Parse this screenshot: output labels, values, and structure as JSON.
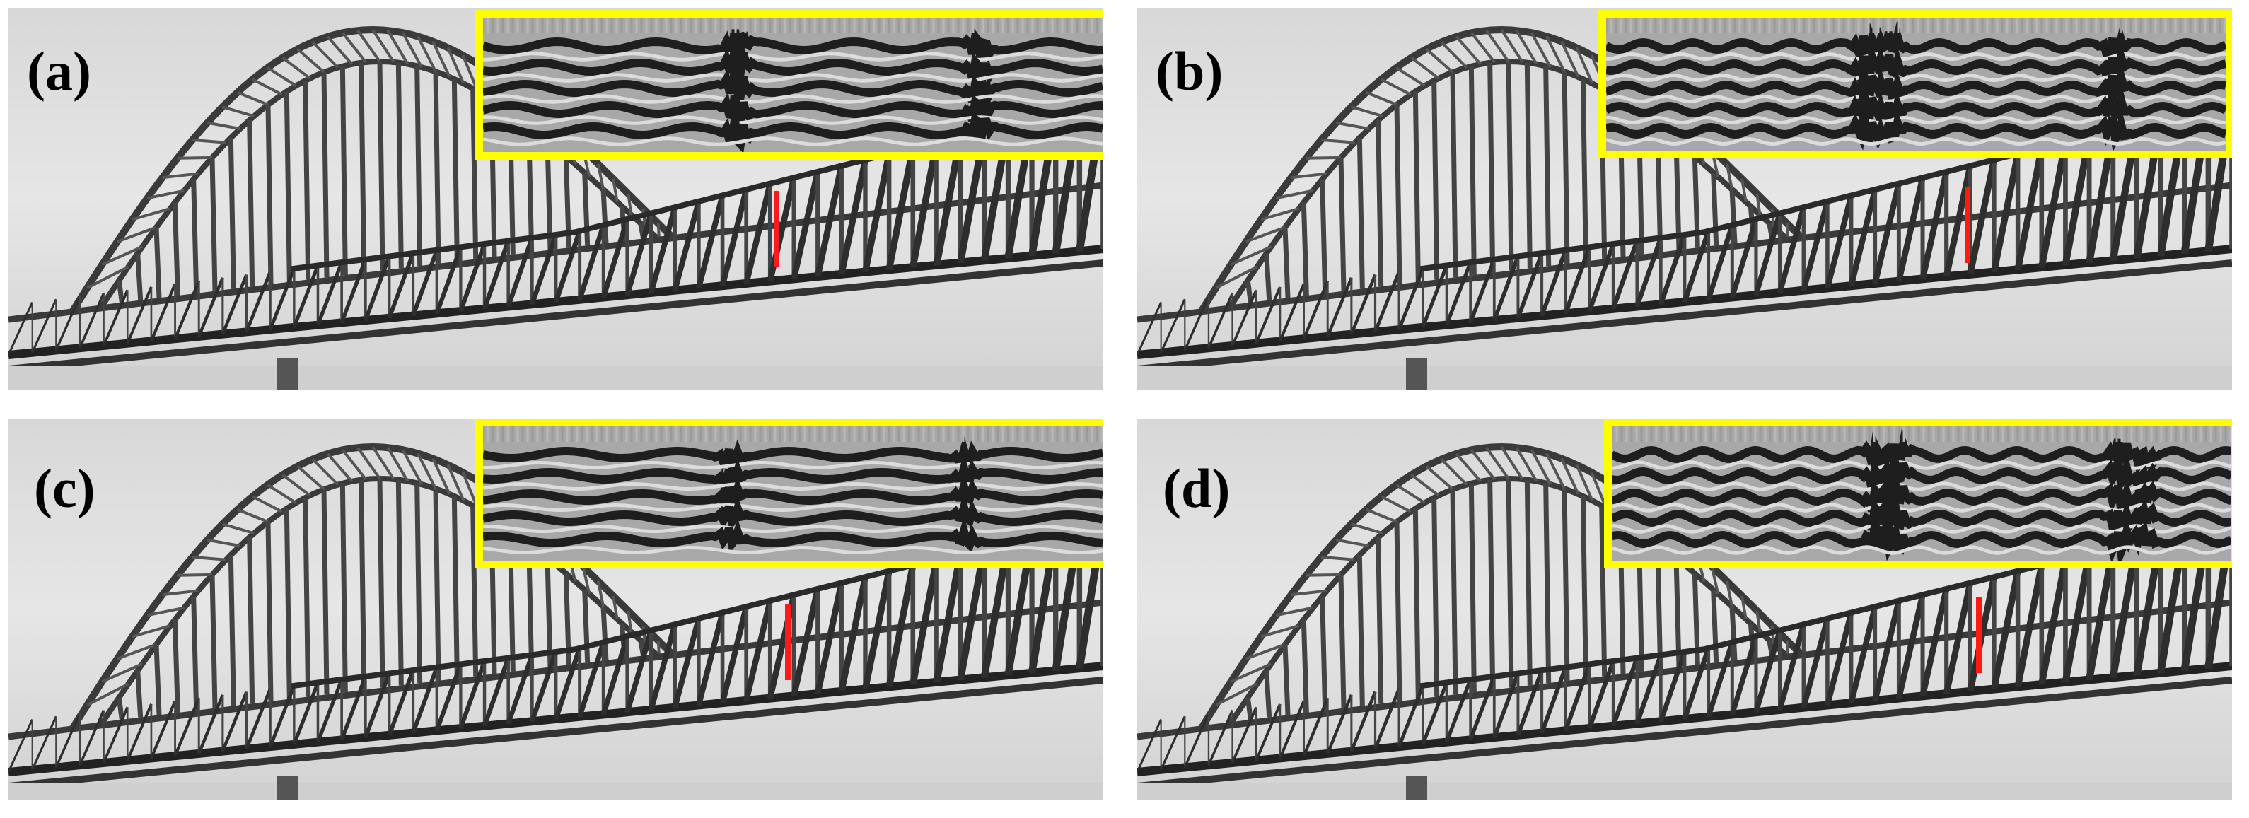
{
  "figure": {
    "panels": [
      {
        "id": "a",
        "label": "(a)",
        "variant": 0
      },
      {
        "id": "b",
        "label": "(b)",
        "variant": 1
      },
      {
        "id": "c",
        "label": "(c)",
        "variant": 2
      },
      {
        "id": "d",
        "label": "(d)",
        "variant": 3
      }
    ],
    "colors": {
      "inset_border": "#ffff00",
      "marker": "#ff1a1a",
      "sky": "#e6e6e6",
      "steel": "#3a3a3a"
    },
    "subject": "arch-bridge-grayscale",
    "icons": [
      "inset-zoom",
      "red-marker"
    ]
  }
}
